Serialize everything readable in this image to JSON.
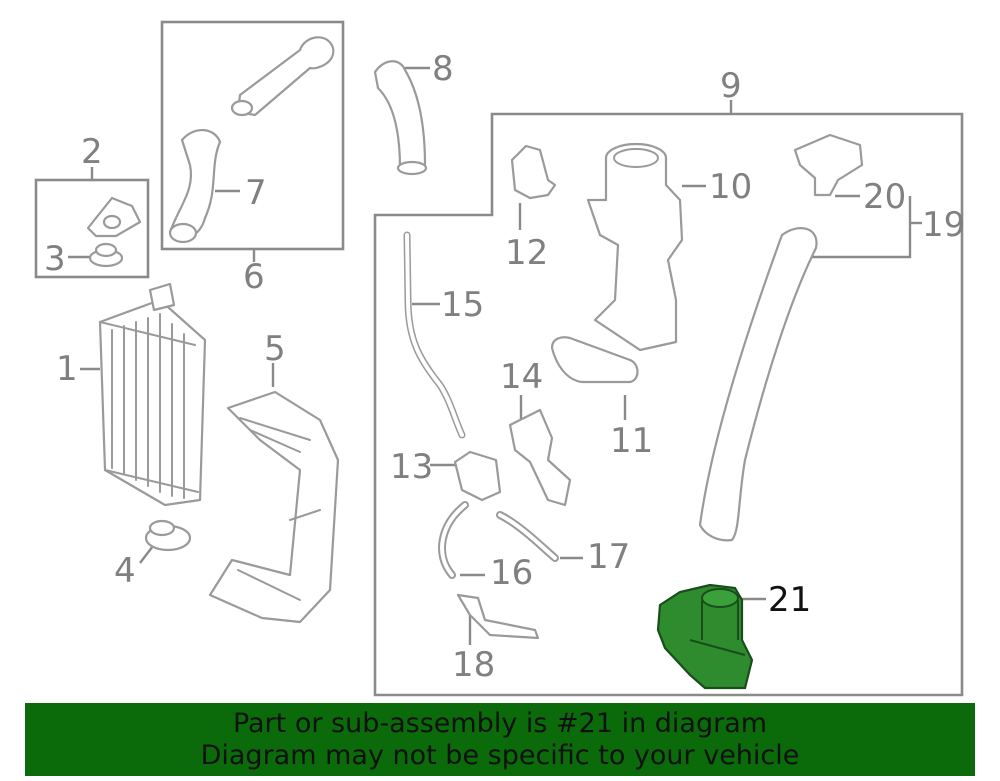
{
  "diagram": {
    "callouts": [
      "1",
      "2",
      "3",
      "4",
      "5",
      "6",
      "7",
      "8",
      "9",
      "10",
      "11",
      "12",
      "13",
      "14",
      "15",
      "16",
      "17",
      "18",
      "19",
      "20",
      "21"
    ],
    "highlight_callout": "21",
    "colors": {
      "line": "#9a9a9a",
      "highlight_fill": "#2e8b2e",
      "banner_bg": "#0b6b0b",
      "banner_text": "#111111"
    }
  },
  "banner": {
    "line1": "Part or sub-assembly is #21 in diagram",
    "line2": "Diagram may not be specific to your vehicle"
  }
}
